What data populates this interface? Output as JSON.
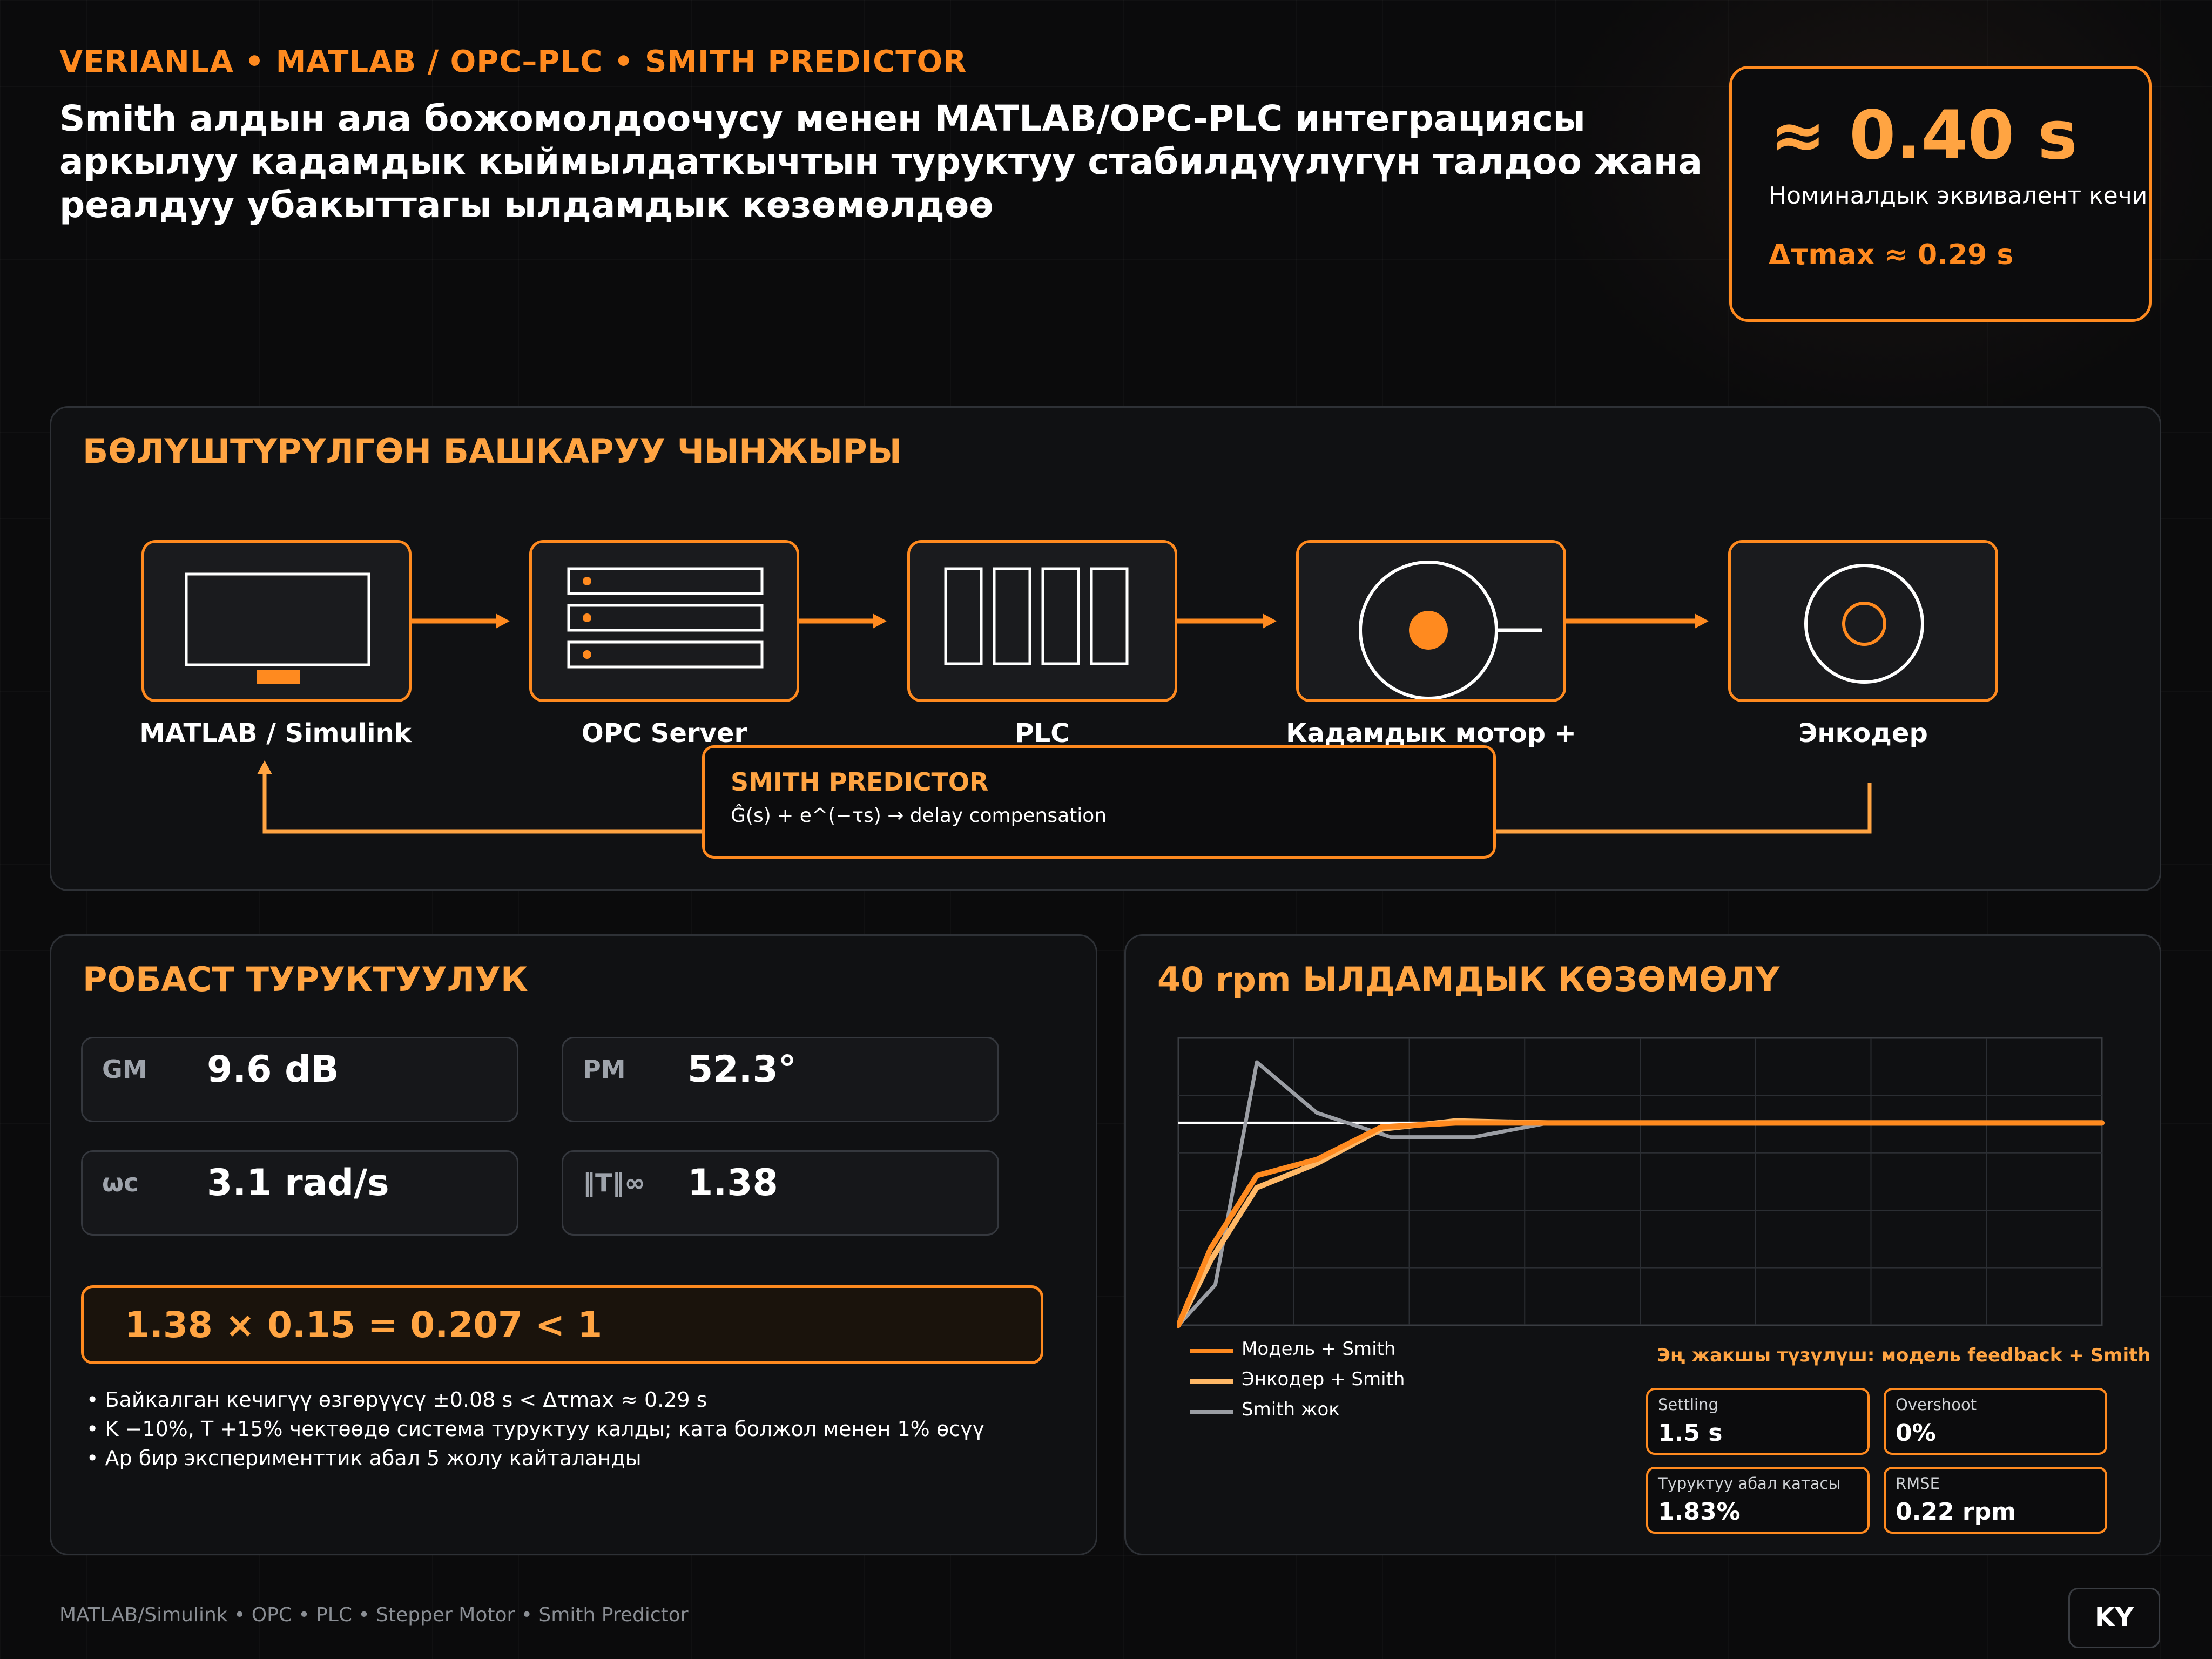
{
  "brand": "VERIANLA • MATLAB / OPC–PLC • SMITH PREDICTOR",
  "headline": "Smith алдын ала божомолдоочусу менен MATLAB/OPC-PLC интеграциясы аркылуу кадамдык кыймылдаткычтын туруктуу стабилдүүлүгүн талдоо жана реалдуу убакыттагы ылдамдык көзөмөлдөө",
  "kpi": {
    "value": "≈ 0.40 s",
    "label": "Номиналдык эквивалент кечигүү",
    "sub": "Δτmax ≈ 0.29 s"
  },
  "chain": {
    "title": "БӨЛҮШТҮРҮЛГӨН БАШКАРУУ ЧЫНЖЫРЫ",
    "nodes": [
      {
        "label": "MATLAB / Simulink",
        "icon": "monitor-icon"
      },
      {
        "label": "OPC Server",
        "icon": "server-icon"
      },
      {
        "label": "PLC",
        "icon": "plc-icon"
      },
      {
        "label": "Кадамдык мотор +",
        "icon": "motor-icon"
      },
      {
        "label": "Энкодер",
        "icon": "encoder-icon"
      }
    ],
    "smith": {
      "title": "SMITH PREDICTOR",
      "formula": "Ĝ(s)  +  e^(−τs)  →  delay compensation"
    }
  },
  "robust": {
    "title": "РОБАСТ ТУРУКТУУЛУК",
    "metrics": [
      {
        "key": "GM",
        "value": "9.6 dB"
      },
      {
        "key": "PM",
        "value": "52.3°"
      },
      {
        "key": "ωc",
        "value": "3.1 rad/s"
      },
      {
        "key": "‖T‖∞",
        "value": "1.38"
      }
    ],
    "equation": "1.38 × 0.15 = 0.207 < 1",
    "bullets": [
      "• Байкалган кечигүү өзгөрүүсү ±0.08 s < Δτmax ≈ 0.29 s",
      "• K −10%, T +15% чектөөдө система туруктуу калды; ката болжол менен 1% өсүү",
      "• Ар бир эксперименттик абал 5 жолу кайталанды"
    ]
  },
  "speed": {
    "title": "40 rpm ЫЛДАМДЫК КӨЗӨМӨЛҮ",
    "legend": [
      "Модель + Smith",
      "Энкодер + Smith",
      "Smith жок"
    ],
    "best": "Эң жакшы түзүлүш: модель feedback + Smith",
    "stats": [
      {
        "label": "Settling",
        "value": "1.5 s"
      },
      {
        "label": "Overshoot",
        "value": "0%"
      },
      {
        "label": "Туруктуу абал катасы",
        "value": "1.83%"
      },
      {
        "label": "RMSE",
        "value": "0.22 rpm"
      }
    ]
  },
  "chart_data": {
    "type": "line",
    "title": "",
    "xlabel": "",
    "ylabel": "",
    "grid": true,
    "setpoint": 1.0,
    "ylim": [
      0,
      1.42
    ],
    "xlim": [
      0,
      10
    ],
    "series": [
      {
        "name": "Модель + Smith",
        "color": "#ff8a1f",
        "x": [
          0,
          0.35,
          0.85,
          1.5,
          2.2,
          3.0,
          4.0,
          10
        ],
        "y": [
          0,
          0.38,
          0.74,
          0.82,
          0.98,
          1.0,
          1.0,
          1.0
        ]
      },
      {
        "name": "Энкодер + Smith",
        "color": "#ffb866",
        "x": [
          0,
          0.35,
          0.85,
          1.5,
          2.2,
          3.0,
          4.0,
          10
        ],
        "y": [
          0,
          0.32,
          0.68,
          0.8,
          0.97,
          1.01,
          1.0,
          1.0
        ]
      },
      {
        "name": "Smith жок",
        "color": "#9b9ea4",
        "x": [
          0,
          0.4,
          0.85,
          1.5,
          2.3,
          3.2,
          4.0,
          5.0,
          10
        ],
        "y": [
          0,
          0.2,
          1.3,
          1.05,
          0.93,
          0.93,
          1.0,
          1.0,
          1.0
        ]
      }
    ]
  },
  "footer": "MATLAB/Simulink • OPC • PLC • Stepper Motor • Smith Predictor",
  "lang": "KY"
}
